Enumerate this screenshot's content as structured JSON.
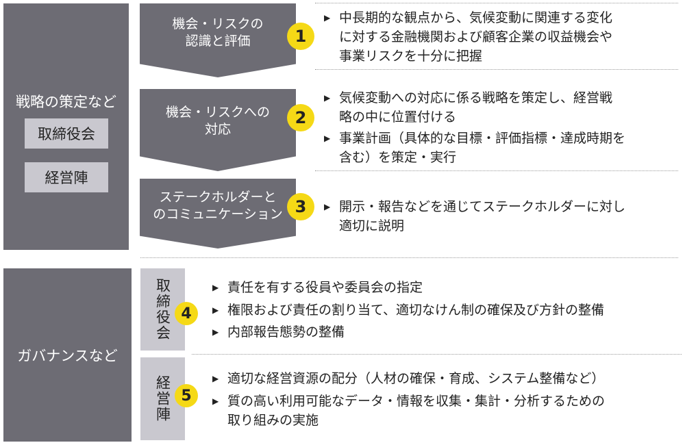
{
  "strategy": {
    "title": "戦略の策定など",
    "boxes": [
      "取締役会",
      "経営陣"
    ]
  },
  "steps": [
    {
      "number": "1",
      "label": [
        "機会・リスクの",
        "認識と評価"
      ],
      "bullets": [
        [
          "中長期的な観点から、気候変動に関連する変化",
          "に対する金融機関および顧客企業の収益機会や",
          "事業リスクを十分に把握"
        ]
      ]
    },
    {
      "number": "2",
      "label": [
        "機会・リスクへの",
        "対応"
      ],
      "bullets": [
        [
          "気候変動への対応に係る戦略を策定し、経営戦",
          "略の中に位置付ける"
        ],
        [
          "事業計画（具体的な目標・評価指標・達成時期を",
          "含む）を策定・実行"
        ]
      ]
    },
    {
      "number": "3",
      "label": [
        "ステークホルダーと",
        "のコミュニケーション"
      ],
      "bullets": [
        [
          "開示・報告などを通じてステークホルダーに対し",
          "適切に説明"
        ]
      ]
    }
  ],
  "governance": {
    "title": "ガバナンスなど",
    "groups": [
      {
        "number": "4",
        "label": "取締役会",
        "bullets": [
          [
            "責任を有する役員や委員会の指定"
          ],
          [
            "権限および責任の割り当て、適切なけん制の確保及び方針の整備"
          ],
          [
            "内部報告態勢の整備"
          ]
        ]
      },
      {
        "number": "5",
        "label": "経営陣",
        "bullets": [
          [
            "適切な経営資源の配分（人材の確保・育成、システム整備など）"
          ],
          [
            "質の高い利用可能なデータ・情報を収集・集計・分析するための",
            "取り組みの実施"
          ]
        ]
      }
    ]
  },
  "colors": {
    "dark": "#6d6c74",
    "light": "#c9c8cf",
    "accent": "#f5d916"
  }
}
